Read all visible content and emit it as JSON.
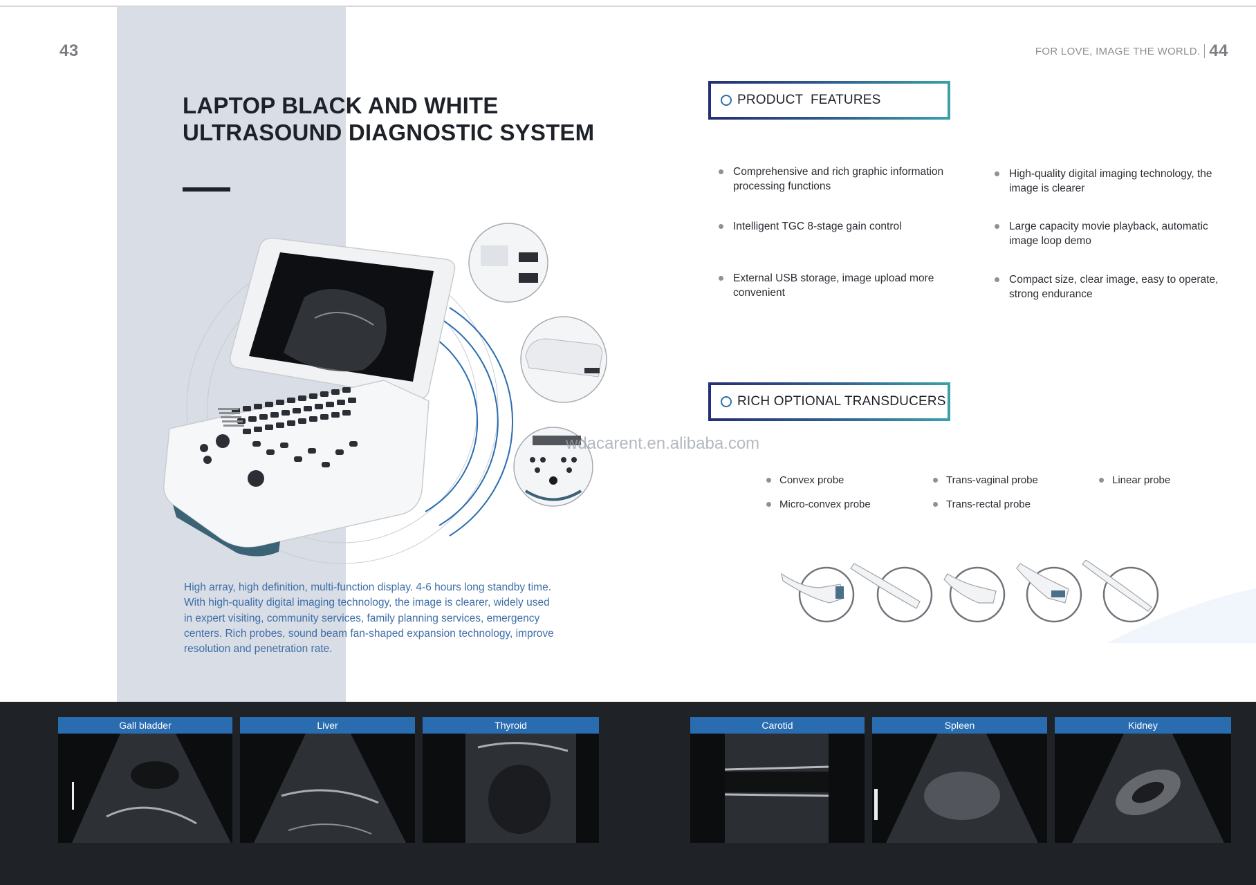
{
  "left_page": {
    "number": "43"
  },
  "right_page": {
    "tagline": "FOR LOVE, IMAGE THE WORLD.",
    "number": "44"
  },
  "title": {
    "line1": "LAPTOP BLACK AND WHITE",
    "line2": "ULTRASOUND DIAGNOSTIC SYSTEM"
  },
  "description": "High array, high definition, multi-function display. 4-6 hours long standby time. With high-quality digital imaging technology, the image is clearer, widely used in expert visiting, community services, family planning services, emergency centers. Rich probes, sound beam fan-shaped expansion technology, improve resolution and penetration rate.",
  "watermark": "wdacarent.en.alibaba.com",
  "product_features": {
    "heading": "PRODUCT  FEATURES",
    "items": [
      "Comprehensive and rich graphic information processing functions",
      "Intelligent TGC 8-stage gain control",
      "External USB storage, image upload more convenient",
      "High-quality digital imaging technology, the image is clearer",
      "Large capacity movie playback, automatic image loop demo",
      "Compact size, clear image, easy to operate, strong endurance"
    ]
  },
  "transducers": {
    "heading": "RICH OPTIONAL TRANSDUCERS",
    "items": [
      "Convex probe",
      "Trans-vaginal probe",
      "Linear probe",
      "Micro-convex probe",
      "Trans-rectal probe"
    ]
  },
  "scan_images": [
    {
      "label": "Gall bladder",
      "icon": "ultrasound-gallbladder-image"
    },
    {
      "label": "Liver",
      "icon": "ultrasound-liver-image"
    },
    {
      "label": "Thyroid",
      "icon": "ultrasound-thyroid-image"
    },
    {
      "label": "Carotid",
      "icon": "ultrasound-carotid-image"
    },
    {
      "label": "Spleen",
      "icon": "ultrasound-spleen-image"
    },
    {
      "label": "Kidney",
      "icon": "ultrasound-kidney-image"
    }
  ],
  "colors": {
    "accent_blue": "#2a6cb0",
    "text_blue": "#3e6ea6",
    "box_gradient_start": "#252f74",
    "box_gradient_end": "#3aa0a8",
    "band": "#d8dde6",
    "bottom_bg": "#1f2227"
  }
}
